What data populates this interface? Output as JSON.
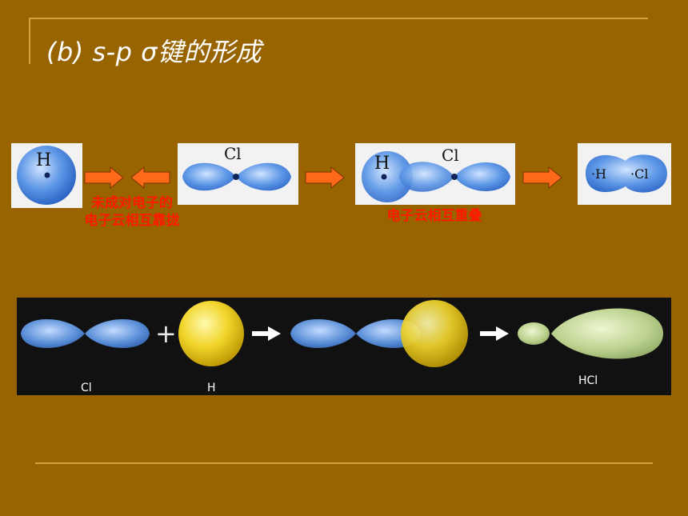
{
  "slide": {
    "title": "(b) s-p σ键的形成"
  },
  "top_row": {
    "h_label": "H",
    "cl_label": "Cl",
    "overlap_h_label": "H",
    "overlap_cl_label": "Cl",
    "result_h_label": "·H",
    "result_cl_label": "·Cl",
    "approach_caption_line1": "未成对电子的",
    "approach_caption_line2": "电子云相互靠拢",
    "overlap_caption": "电子云相互重叠"
  },
  "bottom_row": {
    "cl_label": "Cl",
    "plus_sign": "+",
    "h_label": "H",
    "hcl_label": "HCl"
  },
  "colors": {
    "background": "#986400",
    "rule": "#d2a23a",
    "caption": "#ff1a00",
    "arrow_fill": "#ff6a1a",
    "orbital_blue": "#3f7fd8",
    "orbital_yellow": "#e8cf1e",
    "orbital_green": "#b9cf8a"
  }
}
